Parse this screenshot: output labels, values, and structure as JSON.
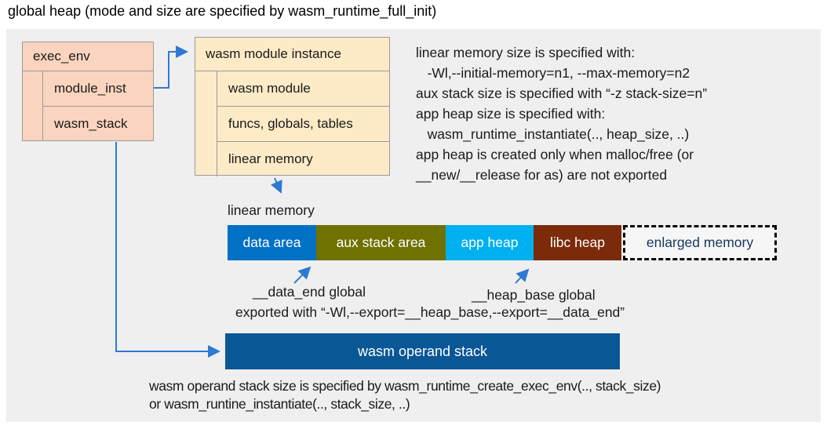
{
  "title": "global heap (mode and size are specified by wasm_runtime_full_init)",
  "colors": {
    "panel_bg": "#efefef",
    "exec_env_fill": "#fad4be",
    "module_instance_fill": "#fdeac7",
    "box_border": "#9b9b9b",
    "arrow_blue": "#2e79d2",
    "data_area": "#0071c5",
    "aux_stack_area": "#6f7100",
    "app_heap": "#00b0f0",
    "libc_heap": "#7b2a0a",
    "operand_stack": "#0a5796",
    "enlarged_memory_text": "#16365d"
  },
  "exec_env": {
    "title": "exec_env",
    "items": [
      {
        "label": "module_inst"
      },
      {
        "label": "wasm_stack"
      }
    ]
  },
  "module_instance": {
    "title": "wasm module instance",
    "items": [
      {
        "label": "wasm module"
      },
      {
        "label": "funcs, globals, tables"
      },
      {
        "label": "linear memory"
      }
    ]
  },
  "notes_right": {
    "lines": [
      "linear memory size is specified with:",
      "   -Wl,--initial-memory=n1, --max-memory=n2",
      "aux stack size is specified with “-z stack-size=n”",
      "app heap size is specified with:",
      "   wasm_runtime_instantiate(.., heap_size, ..)",
      "app heap is created only when malloc/free (or",
      "__new/__release for as) are not exported"
    ]
  },
  "linear_memory": {
    "label": "linear memory",
    "segments": [
      {
        "label": "data area",
        "color": "#0071c5"
      },
      {
        "label": "aux stack area",
        "color": "#6f7100"
      },
      {
        "label": "app heap",
        "color": "#00b0f0"
      },
      {
        "label": "libc heap",
        "color": "#7b2a0a"
      },
      {
        "label": "enlarged memory",
        "style": "dashed-outline"
      }
    ]
  },
  "annotations": {
    "data_end": "__data_end global",
    "heap_base": "__heap_base global",
    "exported": "exported with “-Wl,--export=__heap_base,--export=__data_end”"
  },
  "operand_stack": {
    "label": "wasm operand stack"
  },
  "bottom_note": {
    "lines": [
      "wasm operand stack size is specified by wasm_runtime_create_exec_env(.., stack_size)",
      "or wasm_runtine_instantiate(.., stack_size, ..)"
    ]
  }
}
